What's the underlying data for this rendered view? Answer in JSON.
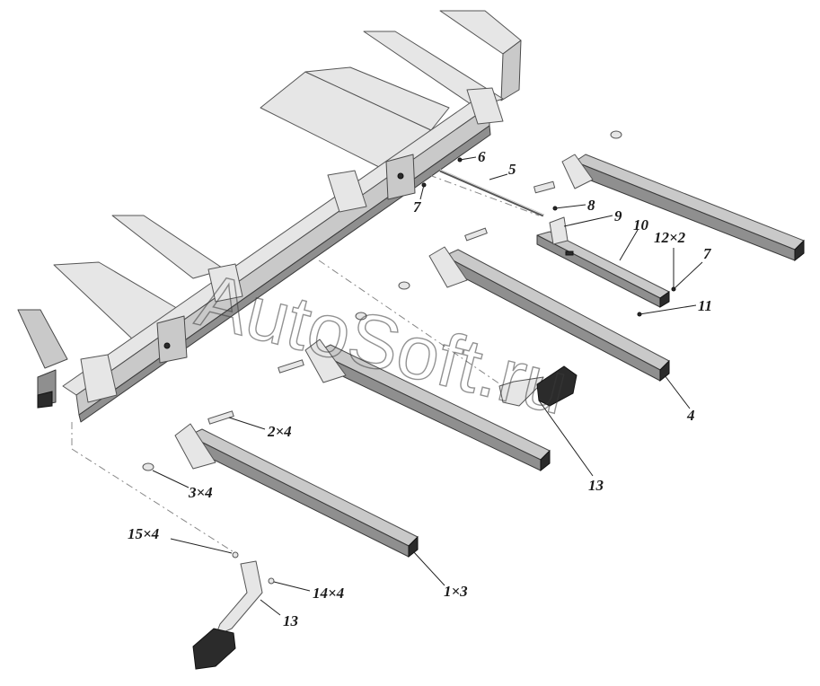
{
  "watermark": "AutoSoft.ru",
  "callouts": [
    {
      "id": "c-6",
      "text": "6"
    },
    {
      "id": "c-5",
      "text": "5"
    },
    {
      "id": "c-7a",
      "text": "7"
    },
    {
      "id": "c-8",
      "text": "8"
    },
    {
      "id": "c-9",
      "text": "9"
    },
    {
      "id": "c-10",
      "text": "10"
    },
    {
      "id": "c-12",
      "text": "12×2"
    },
    {
      "id": "c-7b",
      "text": "7"
    },
    {
      "id": "c-11",
      "text": "11"
    },
    {
      "id": "c-4",
      "text": "4"
    },
    {
      "id": "c-13a",
      "text": "13"
    },
    {
      "id": "c-2",
      "text": "2×4"
    },
    {
      "id": "c-3",
      "text": "3×4"
    },
    {
      "id": "c-15",
      "text": "15×4"
    },
    {
      "id": "c-14",
      "text": "14×4"
    },
    {
      "id": "c-13b",
      "text": "13"
    },
    {
      "id": "c-1",
      "text": "1×3"
    }
  ]
}
